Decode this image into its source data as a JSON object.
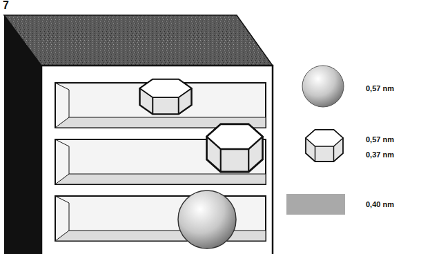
{
  "diagram": {
    "labels": [
      "7",
      "0,57 nm",
      "0,57 nm",
      "0,37 nm"
    ],
    "legend": [
      {
        "text": "0,40 nm",
        "color": "#a9a9a9"
      }
    ]
  }
}
